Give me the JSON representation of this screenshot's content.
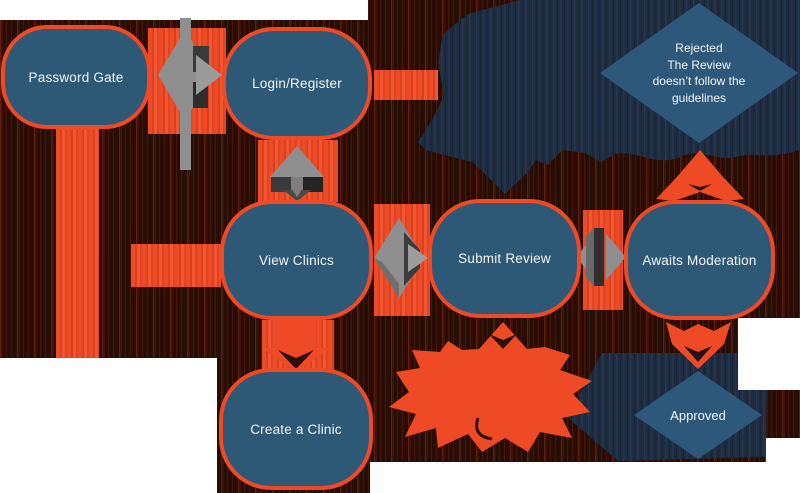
{
  "flowchart": {
    "title": "clinic-review-flowchart",
    "nodes": {
      "password_gate": "Password Gate",
      "login_register": "Login/Register",
      "view_clinics": "View Clinics",
      "submit_review": "Submit Review",
      "awaits_moderation": "Awaits Moderation",
      "create_clinic": "Create a Clinic"
    },
    "decisions": {
      "rejected": "Rejected\nThe Review\ndoesn’t follow the\nguidelines",
      "approved": "Approved"
    },
    "colors": {
      "node_fill": "#2d5876",
      "node_border": "#ee4a26",
      "decision_fill": "#2e587a",
      "dark_panel": "#1e2c3f",
      "connector_orange": "#ee4a26",
      "connector_gray": "#8f8f8f",
      "background": "#280d04",
      "page_white": "#ffffff",
      "text": "#f3f6f8"
    }
  }
}
